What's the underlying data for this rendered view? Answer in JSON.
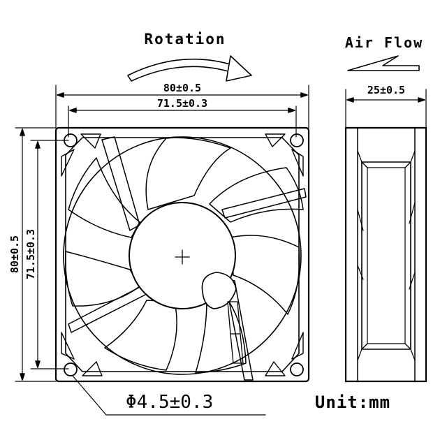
{
  "rotation": {
    "label": "Rotation"
  },
  "airflow": {
    "label": "Air Flow"
  },
  "front_view": {
    "outer_width": "80±0.5",
    "hole_spacing_h": "71.5±0.3",
    "outer_height": "80±0.5",
    "hole_spacing_v": "71.5±0.3",
    "hole_diameter": "Φ4.5±0.3"
  },
  "side_view": {
    "depth": "25±0.5"
  },
  "unit": {
    "label": "Unit:mm"
  }
}
